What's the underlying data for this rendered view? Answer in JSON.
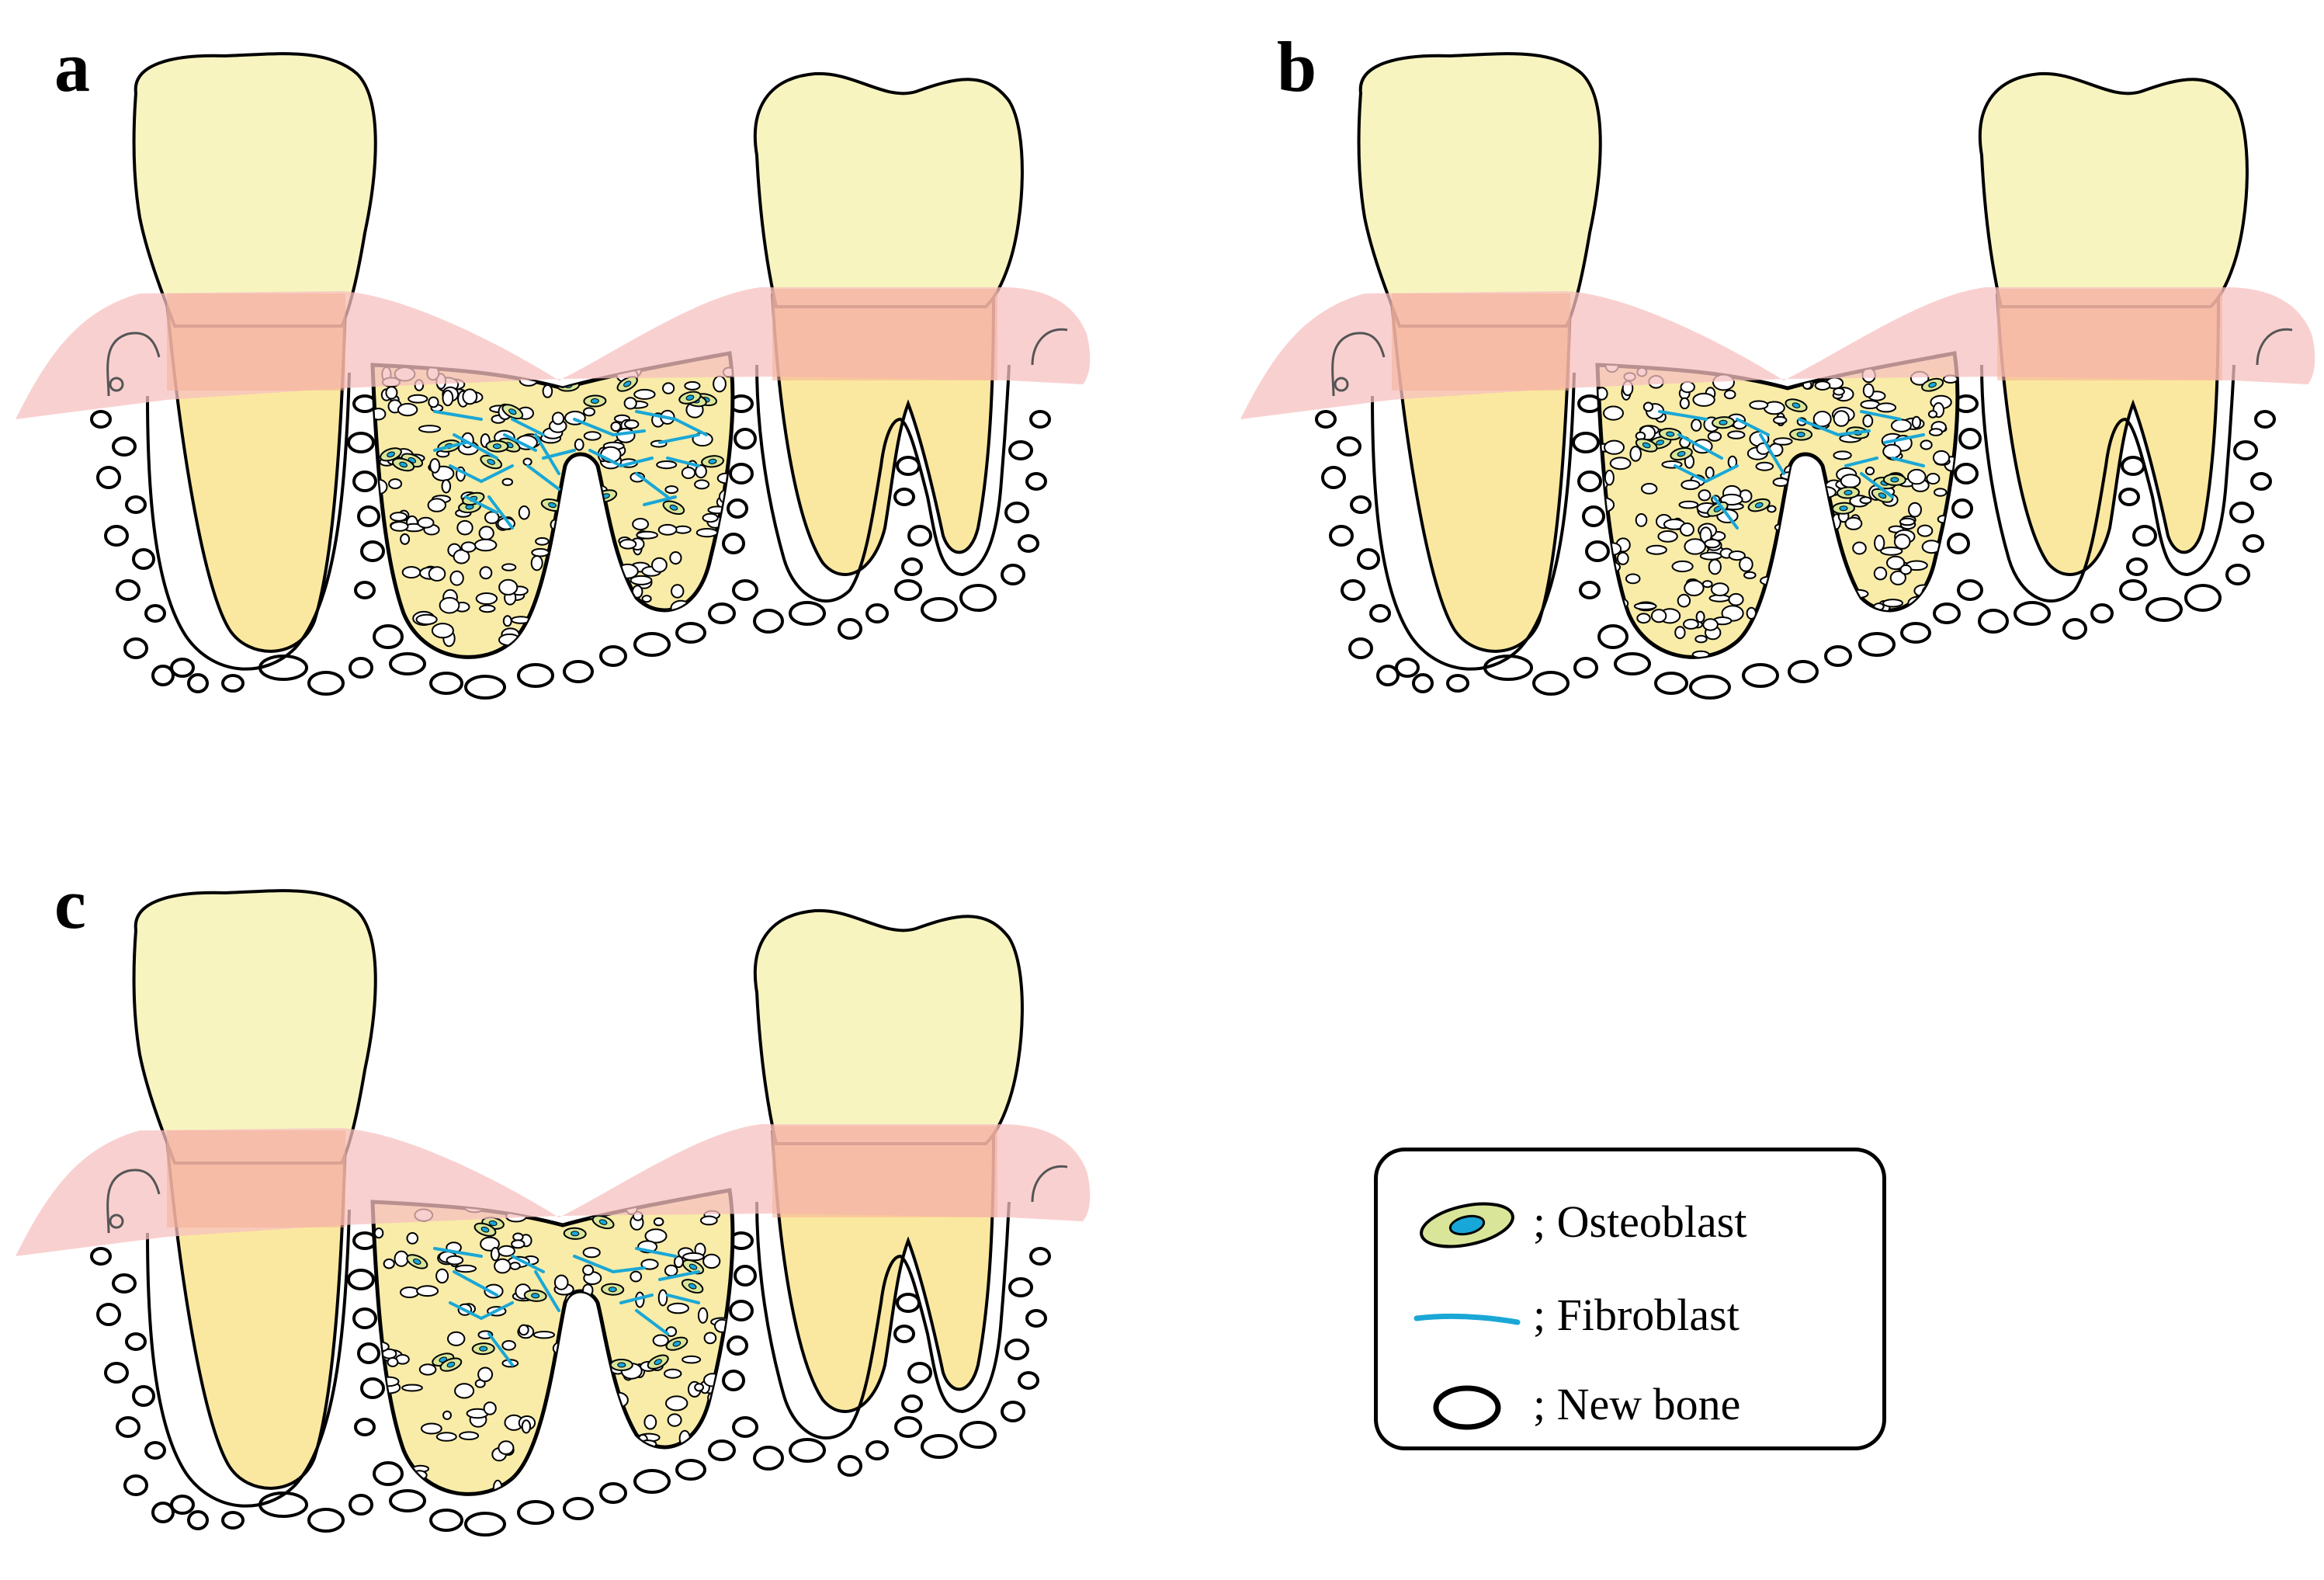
{
  "panels": [
    {
      "label": "a",
      "density": 1.0,
      "fibroblasts": 22
    },
    {
      "label": "b",
      "density": 1.15,
      "fibroblasts": 14
    },
    {
      "label": "c",
      "density": 0.7,
      "fibroblasts": 14
    }
  ],
  "legend": {
    "osteoblast": "; Osteoblast",
    "fibroblast": "; Fibroblast",
    "new_bone": "; New bone"
  },
  "colors": {
    "tooth": "#f7f4c0",
    "root": "#fbe8a0",
    "gum": "#f7c0c0",
    "gum_overlap": "#f5b098",
    "graft": "#f8eca8",
    "fibroblast": "#1aa7d6",
    "osteoblast_outer": "#d9e69a",
    "osteoblast_inner": "#17a7d8"
  }
}
